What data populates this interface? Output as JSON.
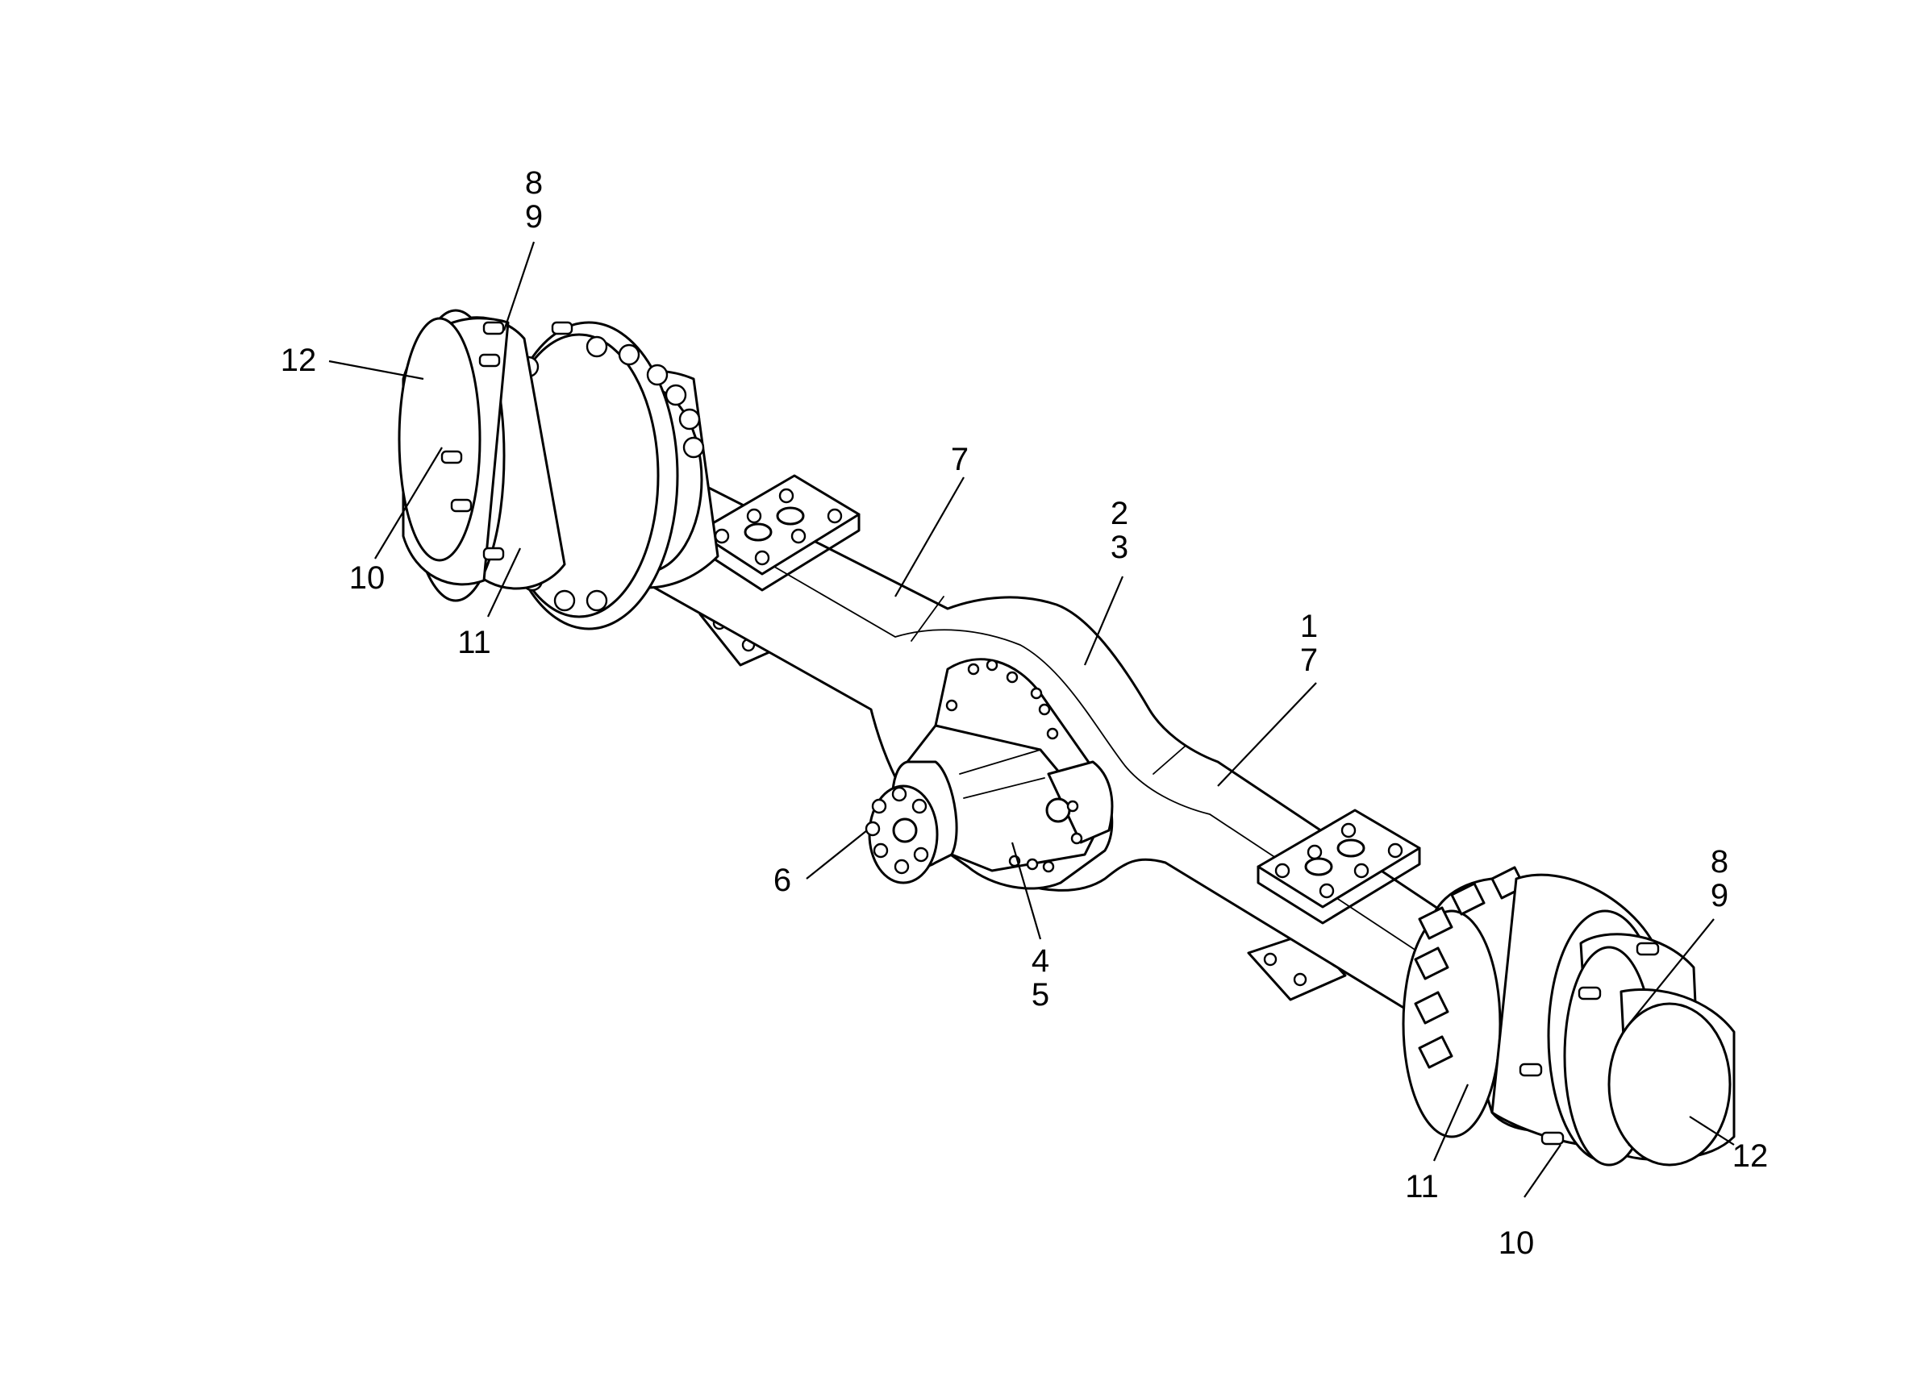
{
  "callouts": {
    "c1": "1",
    "c2": "2",
    "c3": "3",
    "c4": "4",
    "c5": "5",
    "c6": "6",
    "c7_left": "7",
    "c7_right": "7",
    "c8_left": "8",
    "c9_left": "9",
    "c8_right": "8",
    "c9_right": "9",
    "c10_left": "10",
    "c10_right": "10",
    "c11_left": "11",
    "c11_right": "11",
    "c12_left": "12",
    "c12_right": "12"
  },
  "icon": "axle-assembly-diagram"
}
